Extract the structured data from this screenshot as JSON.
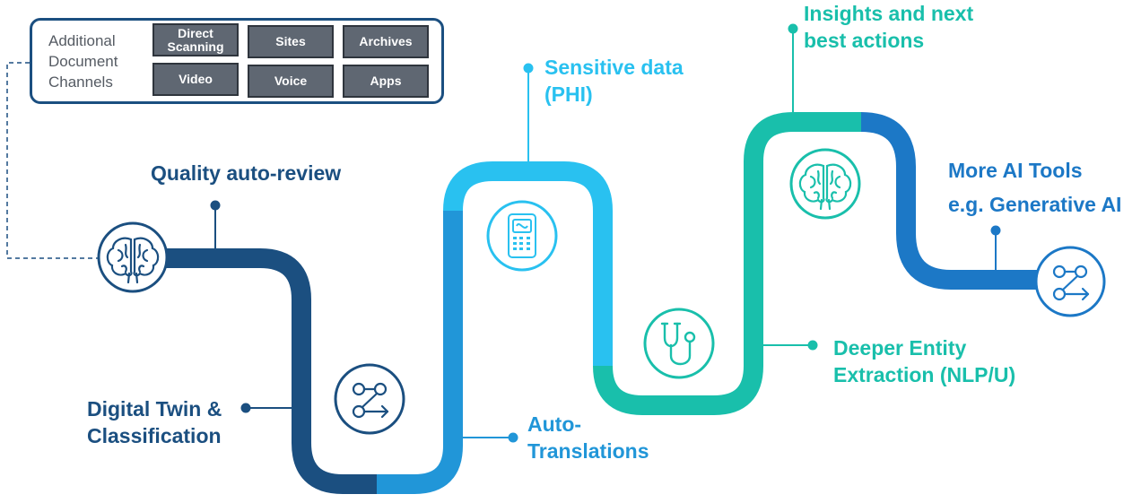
{
  "channels_panel": {
    "title": "Additional\nDocument\nChannels",
    "chips": [
      "Direct\nScanning",
      "Sites",
      "Archives",
      "Video",
      "Voice",
      "Apps"
    ]
  },
  "steps": [
    {
      "label": "Quality auto-review",
      "icon": "brain-icon"
    },
    {
      "label": "Digital Twin &\nClassification",
      "icon": "workflow-icon"
    },
    {
      "label": "Auto-\nTranslations",
      "icon": "translator-device-icon"
    },
    {
      "label": "Sensitive data\n(PHI)",
      "icon": "stethoscope-icon"
    },
    {
      "label": "Deeper Entity\nExtraction (NLP/U)",
      "icon": "brain-icon"
    },
    {
      "label": "Insights and next\nbest actions",
      "icon": "workflow-icon"
    },
    {
      "label": "More AI Tools\ne.g. Generative AI",
      "icon": "workflow-icon"
    }
  ],
  "colors": {
    "navy": "#1b4f80",
    "mid_blue": "#2196d8",
    "sky_blue": "#29c1f0",
    "teal": "#19bfab",
    "blue": "#1c78c6"
  }
}
